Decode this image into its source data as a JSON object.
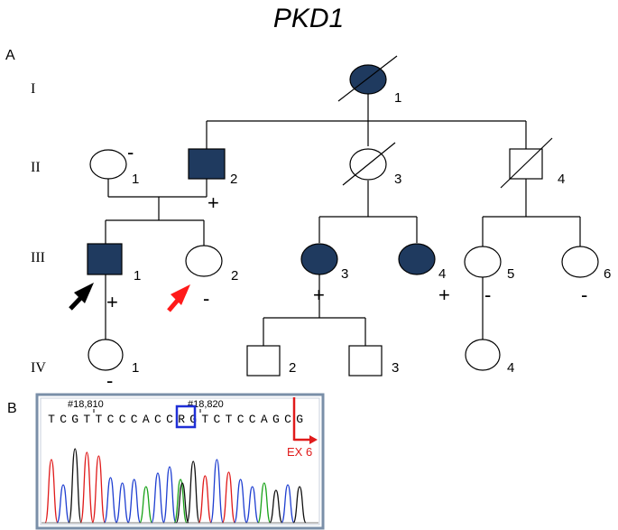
{
  "title": "PKD1",
  "panel_a_label": "A",
  "panel_b_label": "B",
  "generations": [
    "I",
    "II",
    "III",
    "IV"
  ],
  "individuals": {
    "I1": {
      "number": "1",
      "status": ""
    },
    "II1": {
      "number": "1",
      "status": "-"
    },
    "II2": {
      "number": "2",
      "status": "+"
    },
    "II3": {
      "number": "3",
      "status": ""
    },
    "II4": {
      "number": "4",
      "status": ""
    },
    "III1": {
      "number": "1",
      "status": "+"
    },
    "III2": {
      "number": "2",
      "status": "-"
    },
    "III3": {
      "number": "3",
      "status": "+"
    },
    "III4": {
      "number": "4",
      "status": "+"
    },
    "III5": {
      "number": "5",
      "status": "-"
    },
    "III6": {
      "number": "6",
      "status": "-"
    },
    "IV1": {
      "number": "1",
      "status": "-"
    },
    "IV2": {
      "number": "2",
      "status": ""
    },
    "IV3": {
      "number": "3",
      "status": ""
    },
    "IV4": {
      "number": "4",
      "status": ""
    }
  },
  "chromatogram": {
    "position_1": "#18,810",
    "position_2": "#18,820",
    "sequence": [
      "T",
      "C",
      "G",
      "T",
      "T",
      "C",
      "C",
      "C",
      "A",
      "C",
      "C",
      "R",
      "G",
      "T",
      "C",
      "T",
      "C",
      "C",
      "A",
      "G",
      "C",
      "G"
    ],
    "exon_label": "EX 6",
    "colors": {
      "A": "#1aa31a",
      "C": "#1f3fd1",
      "G": "#111111",
      "T": "#e01b1b"
    }
  },
  "colors": {
    "affected": "#1f3a5f",
    "arrow_proband": "#000000",
    "arrow_sibling": "#ff1a1a",
    "highlight_box": "#1f2fd6",
    "exon_marker": "#e01b1b"
  }
}
